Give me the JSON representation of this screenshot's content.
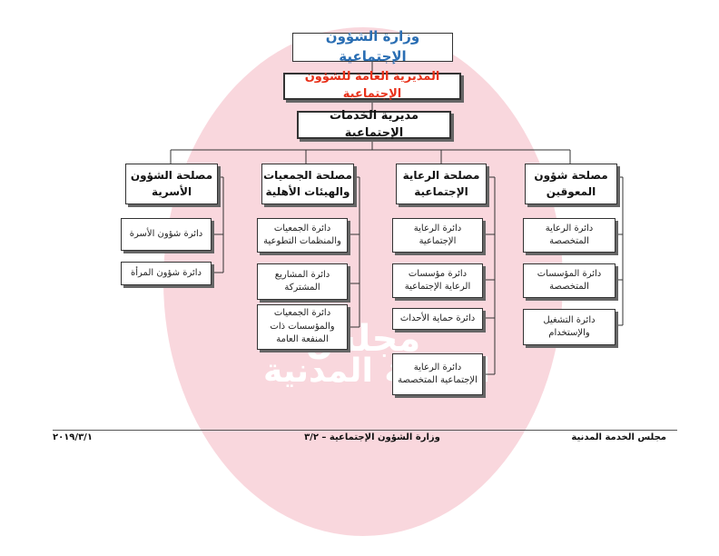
{
  "watermark": {
    "text_line1": "مجلس",
    "text_line2": "الخدمة المدنية"
  },
  "org": {
    "ministry": "وزارة الشؤون الإجتماعية",
    "directorate_general": "المديرية العامة للشؤون الإجتماعية",
    "directorate": "مديرية الخدمات الإجتماعية",
    "departments": [
      {
        "title_line1": "مصلحة شؤون",
        "title_line2": "المعوقين",
        "units": [
          "دائرة الرعاية المتخصصة",
          "دائرة المؤسسات المتخصصة",
          "دائرة التشغيل والإستخدام"
        ]
      },
      {
        "title_line1": "مصلحة الرعاية",
        "title_line2": "الإجتماعية",
        "units": [
          "دائرة الرعاية الإجتماعية",
          "دائرة مؤسسات الرعاية الإجتماعية",
          "دائرة حماية الأحداث",
          "دائرة الرعاية الإجتماعية المتخصصة"
        ]
      },
      {
        "title_line1": "مصلحة الجمعيات",
        "title_line2": "والهيئات الأهلية",
        "units": [
          "دائرة الجمعيات والمنظمات التطوعية",
          "دائرة المشاريع المشتركة",
          "دائرة الجمعيات والمؤسسات ذات المنفعة العامة"
        ]
      },
      {
        "title_line1": "مصلحة الشؤون",
        "title_line2": "الأسرية",
        "units": [
          "دائرة شؤون الأسرة",
          "دائرة شؤون المرأة"
        ]
      }
    ]
  },
  "footer": {
    "right": "مجلس الخدمة المدنية",
    "center": "وزارة الشؤون الإجتماعية – ٣/٢",
    "left": "٢٠١٩/٣/١"
  }
}
